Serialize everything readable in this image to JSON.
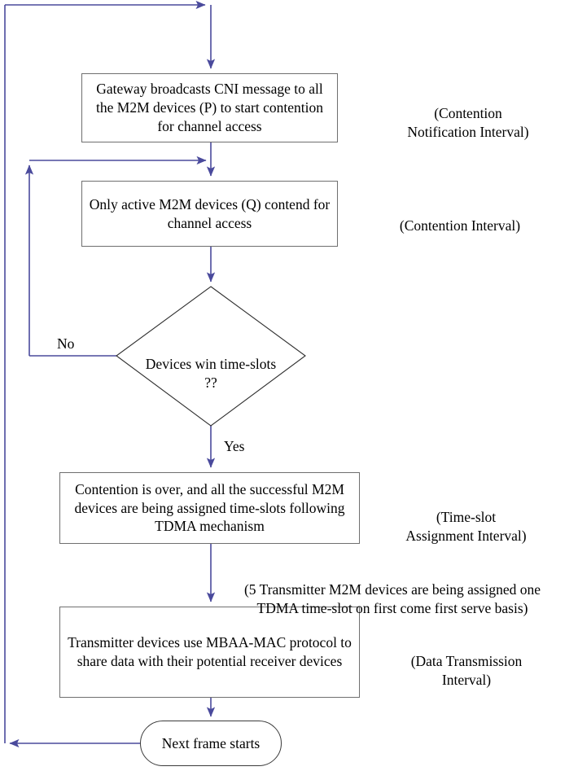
{
  "diagram": {
    "title": "M2M MBAA-MAC frame flowchart",
    "colors": {
      "arrow": "#4a4a9c",
      "box_border": "#6f6f6f",
      "terminal_border": "#3a3a3a",
      "text": "#000000",
      "background": "#ffffff"
    },
    "nodes": [
      {
        "id": "cni-broadcast",
        "type": "process",
        "text": "Gateway broadcasts CNI message to all the M2M devices (P) to start contention for channel access"
      },
      {
        "id": "active-contend",
        "type": "process",
        "text": "Only active M2M devices (Q) contend for channel access"
      },
      {
        "id": "win-timeslots",
        "type": "decision",
        "text": "Devices win time-slots ??"
      },
      {
        "id": "assign-timeslots",
        "type": "process",
        "text": "Contention is over, and all the successful M2M devices are being assigned time-slots following TDMA mechanism"
      },
      {
        "id": "data-transmission",
        "type": "process",
        "text": "Transmitter devices use MBAA-MAC protocol to share data with their potential receiver devices"
      },
      {
        "id": "next-frame",
        "type": "terminal",
        "text": "Next frame starts"
      }
    ],
    "annotations": [
      {
        "id": "contention-notification-interval",
        "text": "(Contention\nNotification Interval)"
      },
      {
        "id": "contention-interval",
        "text": "(Contention Interval)"
      },
      {
        "id": "timeslot-assignment-interval",
        "text": "(Time-slot\nAssignment Interval)"
      },
      {
        "id": "tdma-assignment-note",
        "text": "(5 Transmitter M2M devices are being assigned one\nTDMA time-slot on first come first serve basis)"
      },
      {
        "id": "data-transmission-interval",
        "text": "(Data Transmission\nInterval)"
      }
    ],
    "edge_labels": [
      {
        "id": "no-branch",
        "text": "No"
      },
      {
        "id": "yes-branch",
        "text": "Yes"
      }
    ]
  }
}
